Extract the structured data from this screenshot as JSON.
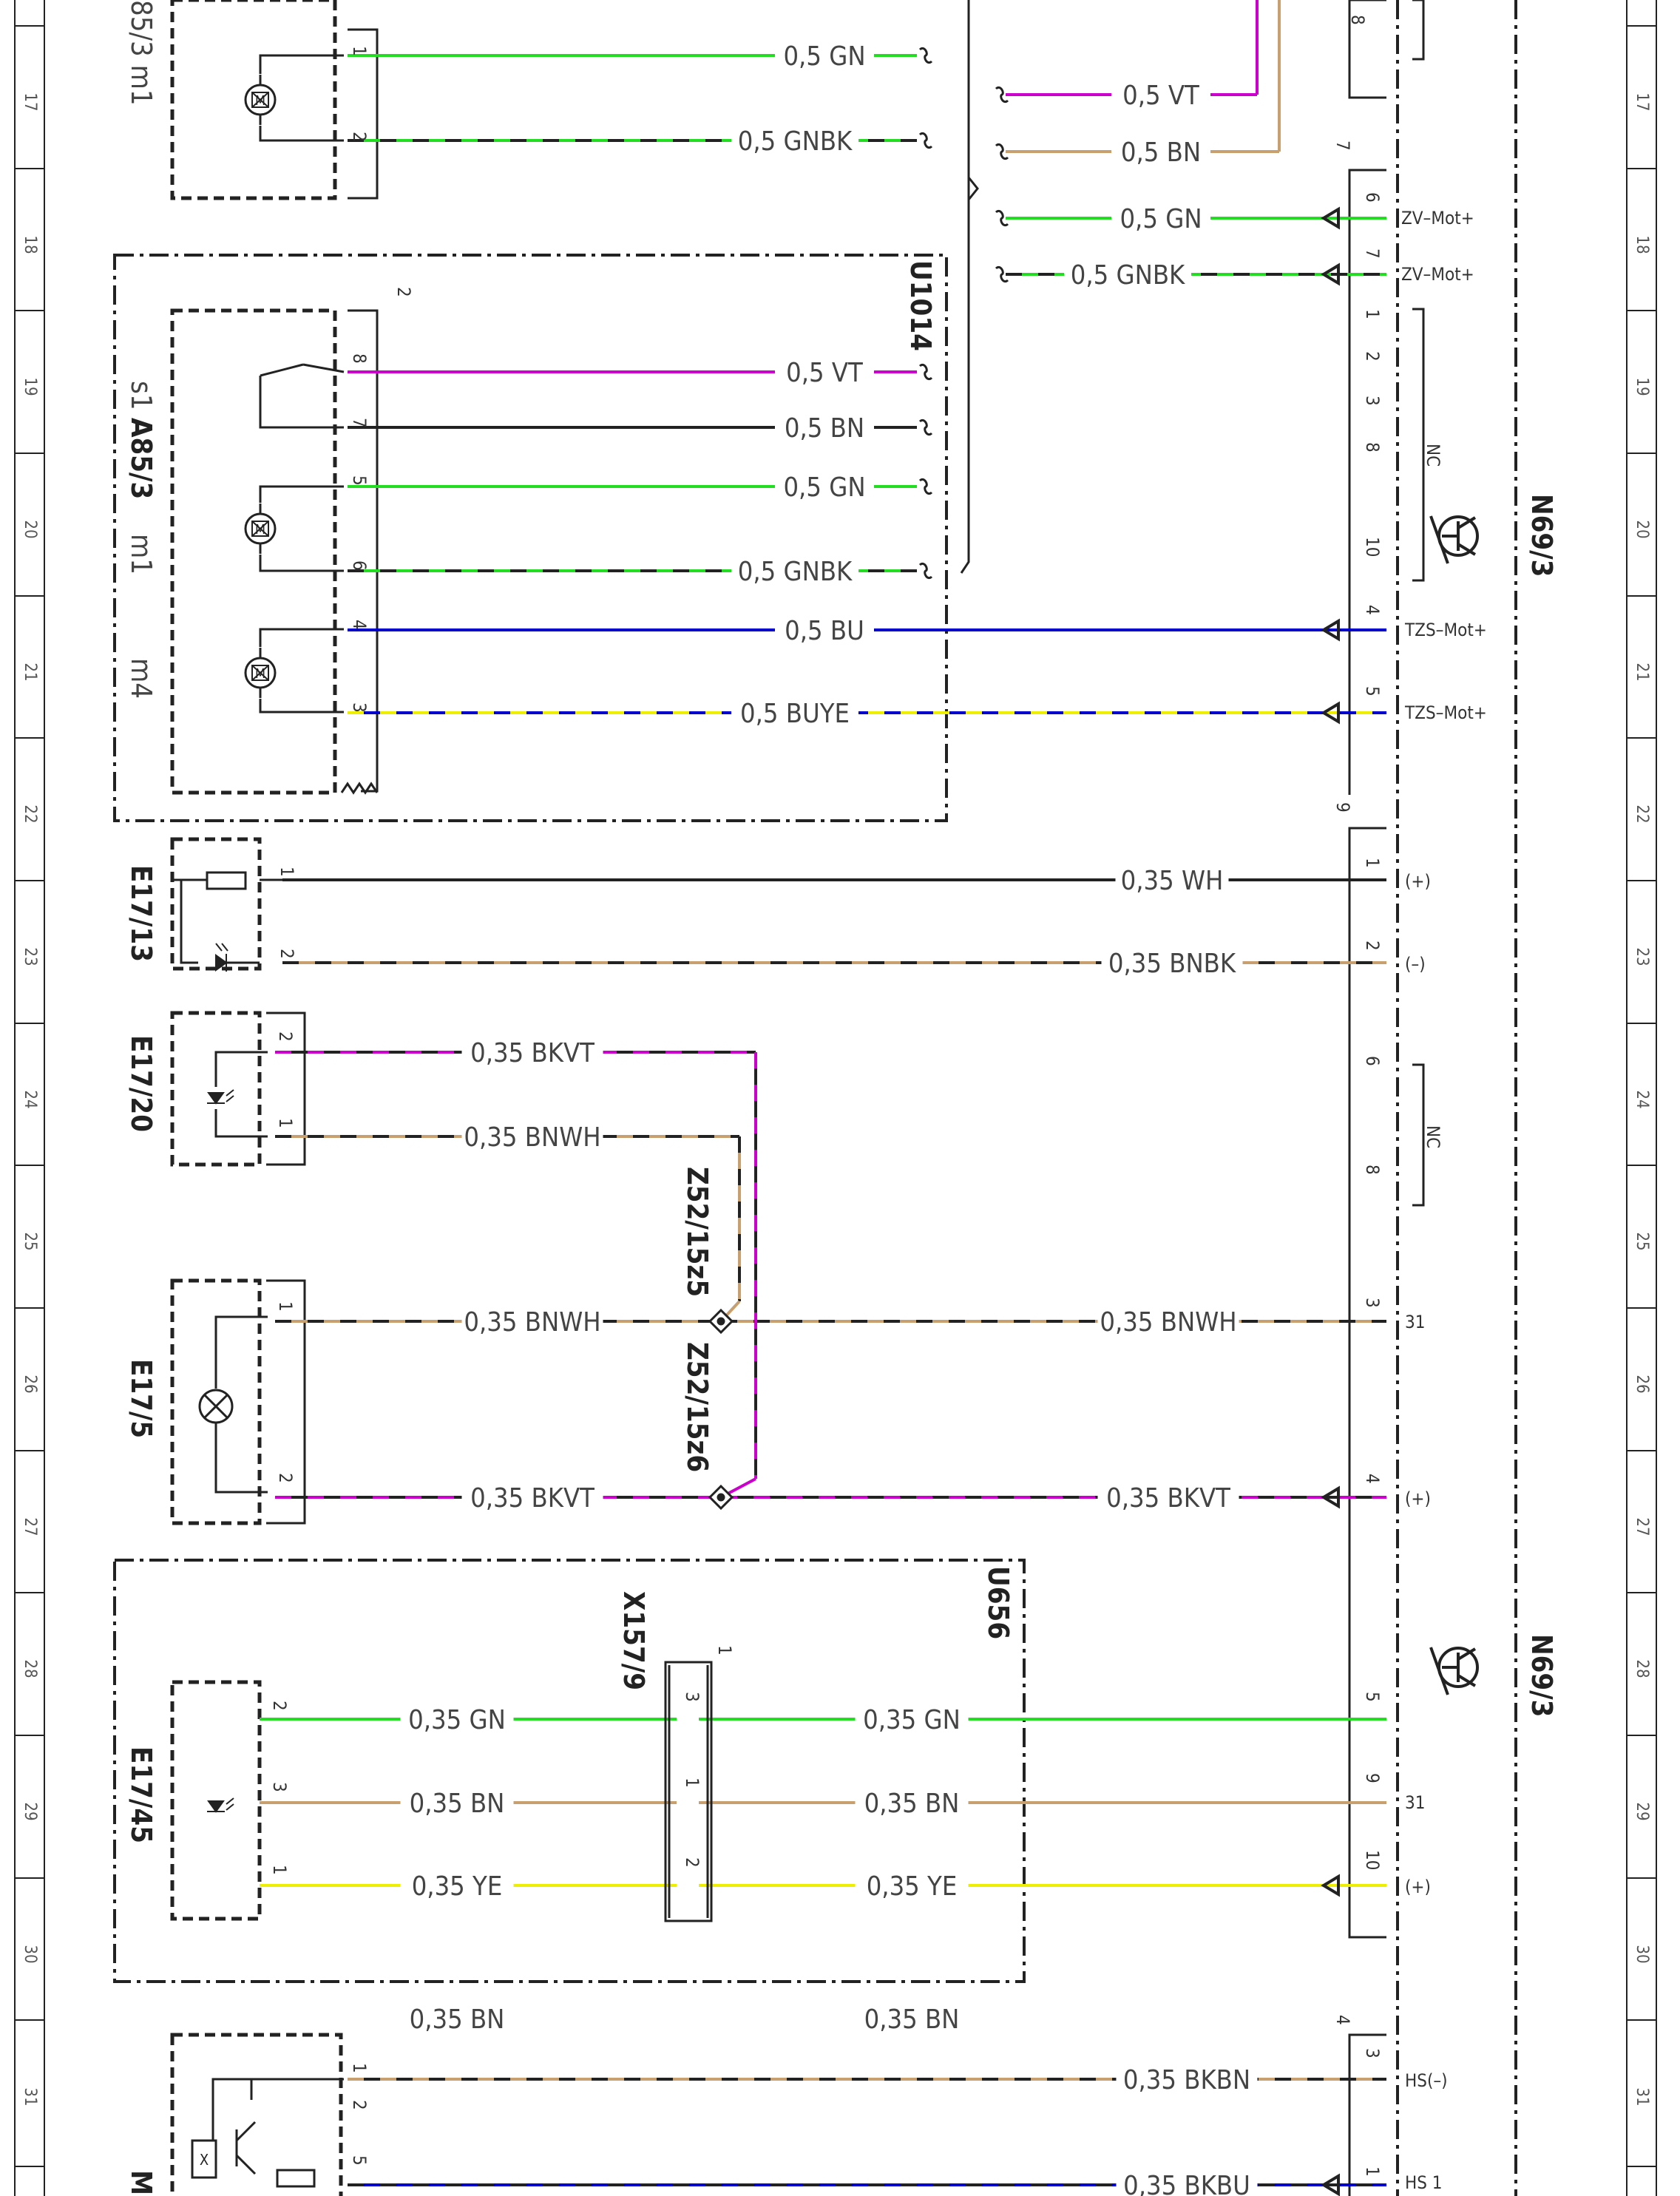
{
  "row_numbers": [
    "17",
    "18",
    "19",
    "20",
    "21",
    "22",
    "23",
    "24",
    "25",
    "26",
    "27",
    "28",
    "29",
    "30",
    "31"
  ],
  "components": {
    "a85_top": "85/3 m1",
    "a85_s1": "s1",
    "a85_main": "A85/3",
    "a85_m1": "m1",
    "a85_m4": "m4",
    "u1014": "U1014",
    "u656": "U656",
    "e17_13": "E17/13",
    "e17_20": "E17/20",
    "e17_5": "E17/5",
    "e17_45": "E17/45",
    "x157_9": "X157/9",
    "n69_3": "N69/3",
    "z52_15z5": "Z52/15z5",
    "z52_15z6": "Z52/15z6",
    "partial_bottom": "M"
  },
  "wires": [
    {
      "label": "0,5 GN",
      "color": "#22dd22",
      "stripe": ""
    },
    {
      "label": "0,5 GNBK",
      "color": "#22dd22",
      "stripe": "#222222"
    },
    {
      "label": "0,5 VT",
      "color": "#cc00cc",
      "stripe": ""
    },
    {
      "label": "0,5 BN",
      "color": "#c8a070",
      "stripe": ""
    },
    {
      "label": "0,5 GN",
      "color": "#22dd22",
      "stripe": ""
    },
    {
      "label": "0,5 GNBK",
      "color": "#22dd22",
      "stripe": "#222222"
    },
    {
      "label": "0,5 VT",
      "color": "#cc00cc",
      "stripe": ""
    },
    {
      "label": "0,5 BN",
      "color": "#222222",
      "stripe": ""
    },
    {
      "label": "0,5 GN",
      "color": "#22dd22",
      "stripe": ""
    },
    {
      "label": "0,5 GNBK",
      "color": "#22dd22",
      "stripe": "#222222"
    },
    {
      "label": "0,5 BU",
      "color": "#0000cc",
      "stripe": ""
    },
    {
      "label": "0,5 BUYE",
      "color": "#0000cc",
      "stripe": "#eeee00"
    },
    {
      "label": "0,35 WH",
      "color": "#222222",
      "stripe": ""
    },
    {
      "label": "0,35 BNBK",
      "color": "#c8a070",
      "stripe": "#222222"
    },
    {
      "label": "0,35 BKVT",
      "color": "#222222",
      "stripe": "#cc00cc"
    },
    {
      "label": "0,35 BNWH",
      "color": "#c8a070",
      "stripe": "#222222"
    },
    {
      "label": "0,35 BNWH",
      "color": "#c8a070",
      "stripe": "#222222"
    },
    {
      "label": "0,35 BNWH",
      "color": "#c8a070",
      "stripe": "#222222"
    },
    {
      "label": "0,35 BKVT",
      "color": "#222222",
      "stripe": "#cc00cc"
    },
    {
      "label": "0,35 BKVT",
      "color": "#222222",
      "stripe": "#cc00cc"
    },
    {
      "label": "0,35 GN",
      "color": "#22dd22",
      "stripe": ""
    },
    {
      "label": "0,35 GN",
      "color": "#22dd22",
      "stripe": ""
    },
    {
      "label": "0,35 BN",
      "color": "#c8a070",
      "stripe": ""
    },
    {
      "label": "0,35 BN",
      "color": "#c8a070",
      "stripe": ""
    },
    {
      "label": "0,35 YE",
      "color": "#eeee00",
      "stripe": ""
    },
    {
      "label": "0,35 YE",
      "color": "#eeee00",
      "stripe": ""
    },
    {
      "label": "0,35 BN",
      "color": "#c8a070",
      "stripe": ""
    },
    {
      "label": "0,35 BN",
      "color": "#c8a070",
      "stripe": ""
    },
    {
      "label": "0,35 BKBN",
      "color": "#222222",
      "stripe": "#c8a070"
    },
    {
      "label": "0,35 BKBU",
      "color": "#0000cc",
      "stripe": "#222222"
    }
  ],
  "pins": {
    "c8": "8",
    "c7": "7",
    "c9": "9",
    "c6": "6",
    "c4": "4",
    "n_6": "6",
    "n_7": "7",
    "n_1": "1",
    "n_2": "2",
    "n_3": "3",
    "n_8": "8",
    "n_10": "10",
    "n_4": "4",
    "n_5": "5",
    "e_1": "1",
    "e_2": "2",
    "f_6": "6",
    "f_8": "8",
    "f_3": "3",
    "f_4": "4",
    "f_5": "5",
    "f_9": "9",
    "f_10": "10",
    "g_3": "3",
    "g_1": "1",
    "top_1": "1",
    "top_2": "2",
    "a_8": "8",
    "a_7": "7",
    "a_5": "5",
    "a_6": "6",
    "a_4": "4",
    "a_3": "3",
    "sub2": "2",
    "e13_1": "1",
    "e13_2": "2",
    "e20_2": "2",
    "e20_1": "1",
    "e5_1": "1",
    "e5_2": "2",
    "e45_2": "2",
    "e45_3": "3",
    "e45_1": "1",
    "x_3": "3",
    "x_1": "1",
    "x_2": "2",
    "x_hdr": "1",
    "m_1": "1",
    "m_2": "2",
    "m_5": "5"
  },
  "signals": {
    "zv1": "ZV–Mot+",
    "zv2": "ZV–Mot+",
    "tzs1": "TZS–Mot+",
    "tzs2": "TZS–Mot+",
    "nc1": "NC",
    "nc2": "NC",
    "plus1": "(+)",
    "minus1": "(–)",
    "gnd1": "31",
    "plus2": "(+)",
    "gnd2": "31",
    "plus3": "(+)",
    "hs_minus": "HS(–)",
    "hs1": "HS 1"
  },
  "symbols": {
    "motor": "M",
    "transistor_box": "X"
  }
}
